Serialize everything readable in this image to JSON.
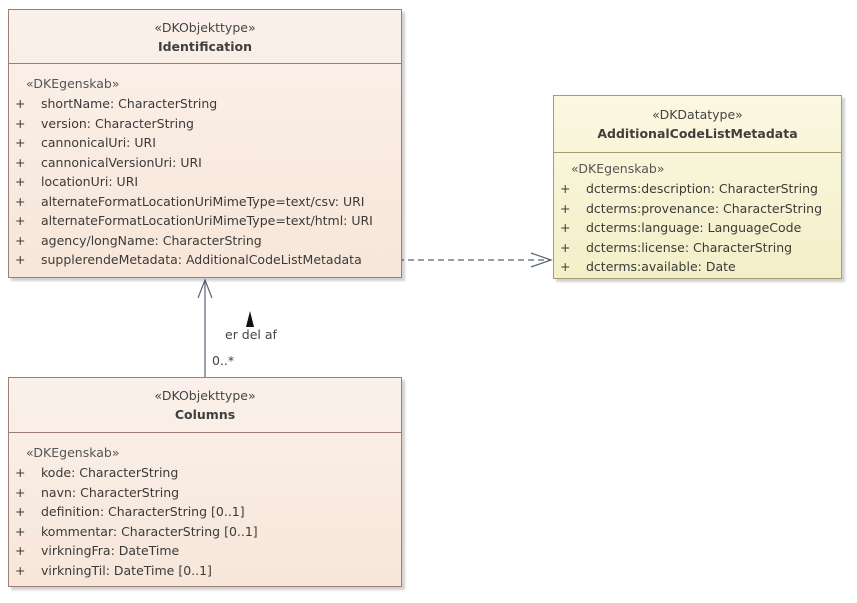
{
  "classes": {
    "identification": {
      "stereotype": "«DKObjekttype»",
      "name": "Identification",
      "section_stereotype": "«DKEgenskab»",
      "attributes": [
        {
          "vis": "+",
          "text": "shortName: CharacterString"
        },
        {
          "vis": "+",
          "text": "version: CharacterString"
        },
        {
          "vis": "+",
          "text": "cannonicalUri: URI"
        },
        {
          "vis": "+",
          "text": "cannonicalVersionUri: URI"
        },
        {
          "vis": "+",
          "text": "locationUri: URI"
        },
        {
          "vis": "+",
          "text": "alternateFormatLocationUriMimeType=text/csv: URI"
        },
        {
          "vis": "+",
          "text": "alternateFormatLocationUriMimeType=text/html: URI"
        },
        {
          "vis": "+",
          "text": "agency/longName: CharacterString"
        },
        {
          "vis": "+",
          "text": "supplerendeMetadata: AdditionalCodeListMetadata"
        }
      ]
    },
    "additional": {
      "stereotype": "«DKDatatype»",
      "name": "AdditionalCodeListMetadata",
      "section_stereotype": "«DKEgenskab»",
      "attributes": [
        {
          "vis": "+",
          "text": "dcterms:description: CharacterString"
        },
        {
          "vis": "+",
          "text": "dcterms:provenance: CharacterString"
        },
        {
          "vis": "+",
          "text": "dcterms:language: LanguageCode"
        },
        {
          "vis": "+",
          "text": "dcterms:license: CharacterString"
        },
        {
          "vis": "+",
          "text": "dcterms:available: Date"
        }
      ]
    },
    "columns": {
      "stereotype": "«DKObjekttype»",
      "name": "Columns",
      "section_stereotype": "«DKEgenskab»",
      "attributes": [
        {
          "vis": "+",
          "text": "kode: CharacterString"
        },
        {
          "vis": "+",
          "text": "navn: CharacterString"
        },
        {
          "vis": "+",
          "text": "definition: CharacterString [0..1]"
        },
        {
          "vis": "+",
          "text": "kommentar: CharacterString [0..1]"
        },
        {
          "vis": "+",
          "text": "virkningFra: DateTime"
        },
        {
          "vis": "+",
          "text": "virkningTil: DateTime [0..1]"
        }
      ]
    }
  },
  "connectors": {
    "association": {
      "role_label": "er del af",
      "multiplicity": "0..*",
      "color": "#5a6473"
    },
    "dependency": {
      "color": "#5a6473"
    }
  }
}
